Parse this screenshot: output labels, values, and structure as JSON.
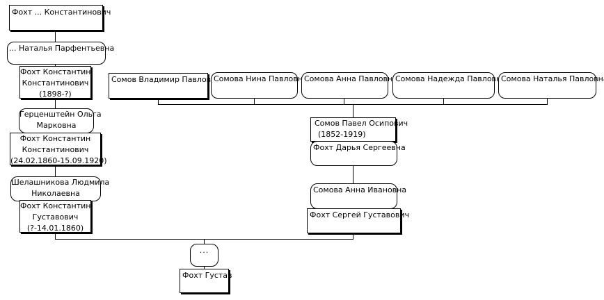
{
  "people": {
    "p_top": [
      "Фохт ... Константинович"
    ],
    "p_top_wife": [
      "... Наталья Парфентьевна"
    ],
    "p2": [
      "Фохт Константин",
      "Константинович",
      "(1898-?)"
    ],
    "p2_wife": [
      "Герценштейн Ольга",
      "Марковна"
    ],
    "p3": [
      "Фохт Константин",
      "Константинович",
      "(24.02.1860-15.09.1920)"
    ],
    "p3_wife": [
      "Шелашникова Людмила",
      "Николаевна"
    ],
    "p4": [
      "Фохт Константин",
      "Густавович",
      "(?-14.01.1860)"
    ],
    "unknown_wife": [
      "..."
    ],
    "root": [
      "Фохт Густав"
    ],
    "somov_children": [
      [
        "Сомов Владимир Павлович"
      ],
      [
        "Сомова Нина Павловна"
      ],
      [
        "Сомова Анна Павловна"
      ],
      [
        "Сомова Надежда Павловна"
      ],
      [
        "Сомова Наталья Павловна"
      ]
    ],
    "somov_pavel": [
      "Сомов Павел Осипович",
      "(1852-1919)"
    ],
    "somov_wife": [
      "Фохт Дарья Сергеевна"
    ],
    "sergey_wife": [
      "Сомова Анна Ивановна"
    ],
    "sergey": [
      "Фохт Сергей Густавович"
    ]
  },
  "colors": {
    "line": "#000000",
    "box_border": "#000000",
    "background": "#ffffff"
  }
}
